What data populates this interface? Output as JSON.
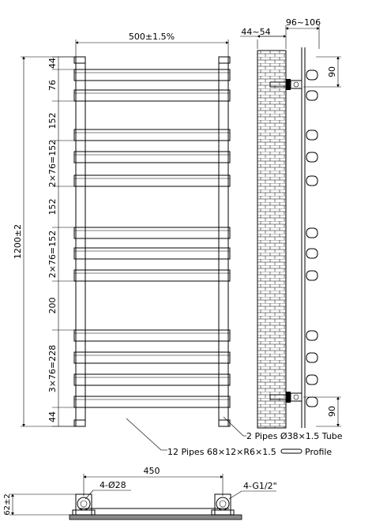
{
  "front_view": {
    "width_label": "500±1.5%",
    "height_label": "1200±2",
    "gap_labels": [
      "44",
      "76",
      "152",
      "2×76=152",
      "152",
      "2×76=152",
      "200",
      "3×76=228",
      "44"
    ]
  },
  "side_view": {
    "depth_label": "96~106",
    "wall_gap_label": "44~54",
    "top_bracket_label": "90",
    "bottom_bracket_label": "90"
  },
  "callouts": {
    "pipes": "2 Pipes  Ø38×1.5 Tube",
    "profile_prefix": "12 Pipes  68×12×R6×1.5",
    "profile_suffix": "Profile"
  },
  "bottom_view": {
    "centers_label": "450",
    "holes_label": "4-Ø28",
    "thread_label": "4-G1/2\"",
    "height_label": "62±2"
  }
}
